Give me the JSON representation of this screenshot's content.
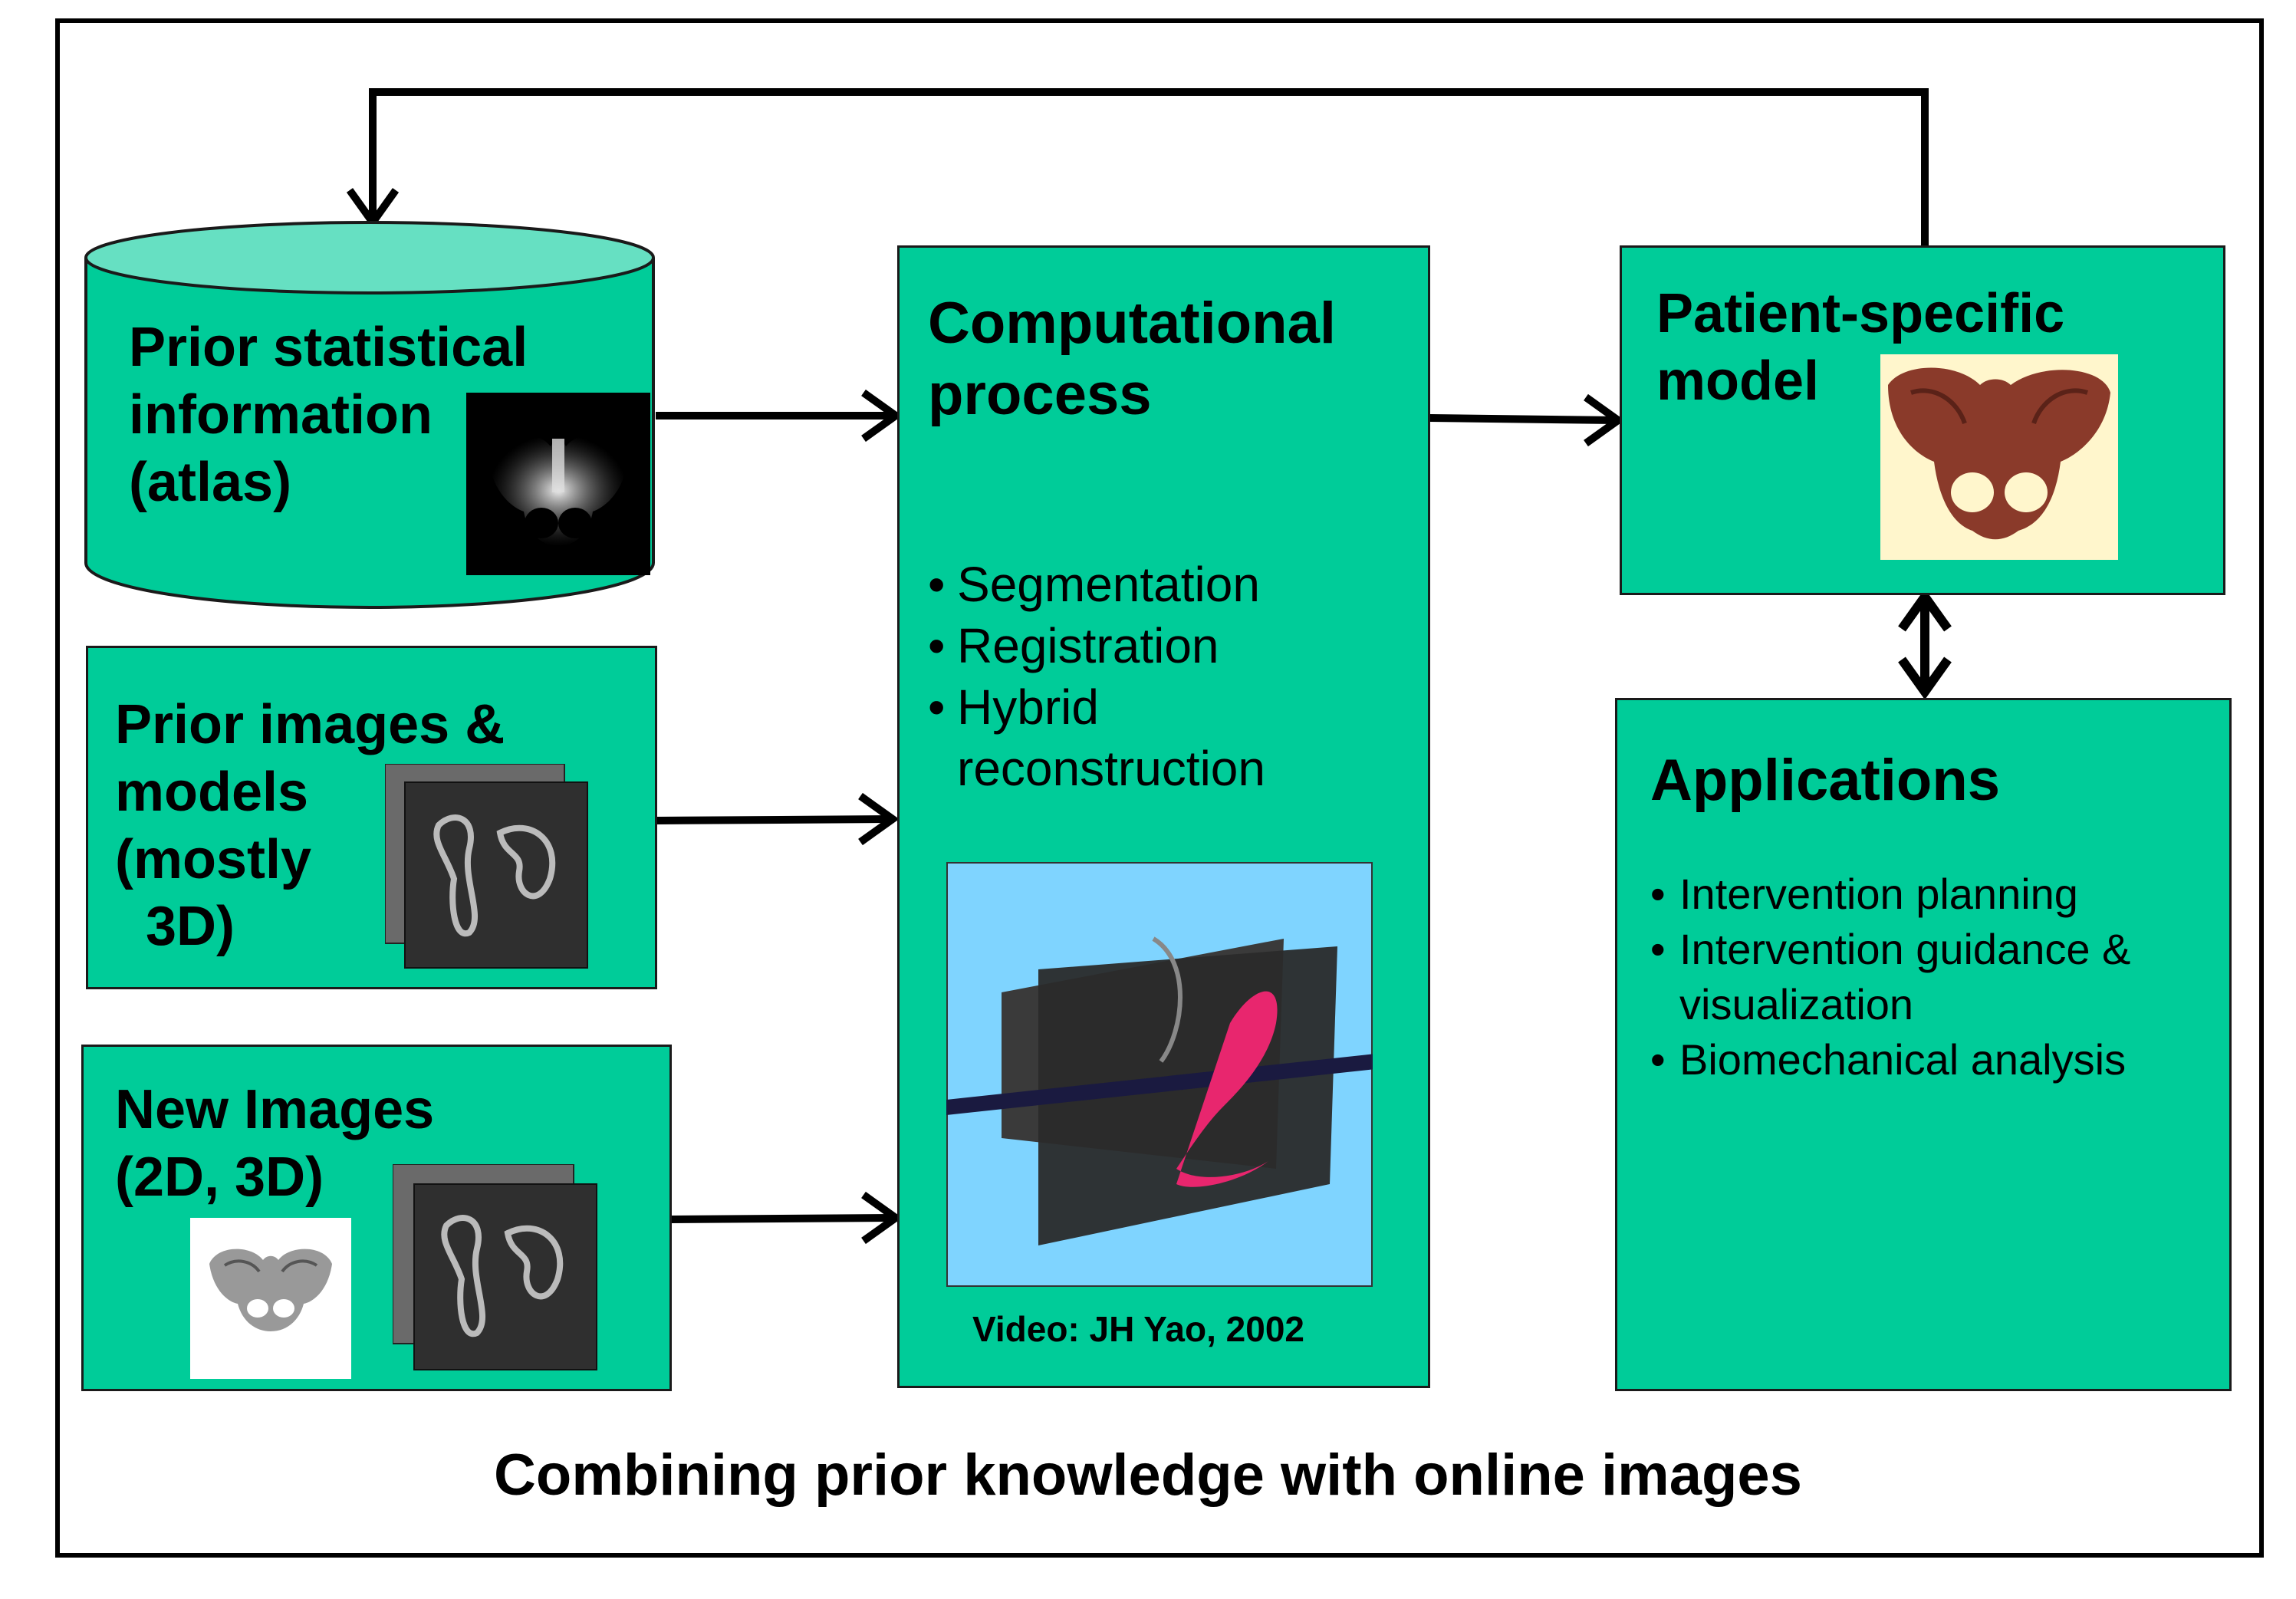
{
  "atlas": {
    "lines": [
      "Prior statistical",
      "information",
      "(atlas)"
    ]
  },
  "prior_images": {
    "lines": [
      "Prior images &",
      "models",
      "(mostly",
      "  3D)"
    ]
  },
  "new_images": {
    "lines": [
      "New Images",
      "(2D, 3D)"
    ]
  },
  "computational": {
    "title_lines": [
      "Computational",
      "process"
    ],
    "bullets": [
      "Segmentation",
      "Registration",
      "Hybrid",
      "reconstruction"
    ],
    "video_credit": "Video: JH Yao, 2002"
  },
  "patient_model": {
    "lines": [
      "Patient-specific",
      "model"
    ]
  },
  "applications": {
    "title": "Applications",
    "bullets": [
      "Intervention planning",
      "Intervention guidance &",
      "visualization",
      "Biomechanical analysis"
    ]
  },
  "caption": "Combining prior knowledge with online images",
  "colors": {
    "box_fill": "#00cc99",
    "cylinder_top": "#66e0c2",
    "video_bg": "#7fd4ff",
    "model_bg": "#fff6cc"
  }
}
